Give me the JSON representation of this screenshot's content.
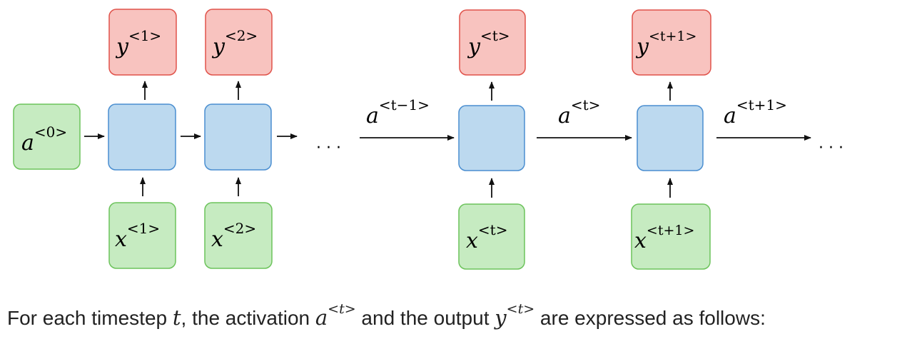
{
  "diagram": {
    "initial_activation": {
      "base": "a",
      "sup": "<0>"
    },
    "outputs": [
      {
        "base": "y",
        "sup": "<1>"
      },
      {
        "base": "y",
        "sup": "<2>"
      },
      {
        "base": "y",
        "sup": "<t>"
      },
      {
        "base": "y",
        "sup": "<t+1>"
      }
    ],
    "inputs": [
      {
        "base": "x",
        "sup": "<1>"
      },
      {
        "base": "x",
        "sup": "<2>"
      },
      {
        "base": "x",
        "sup": "<t>"
      },
      {
        "base": "x",
        "sup": "<t+1>"
      }
    ],
    "activations": [
      {
        "base": "a",
        "sup": "<t−1>"
      },
      {
        "base": "a",
        "sup": "<t>"
      },
      {
        "base": "a",
        "sup": "<t+1>"
      }
    ],
    "ellipsis": "· · ·",
    "colors": {
      "output_fill": "#f8c3bf",
      "output_stroke": "#e0524a",
      "input_fill": "#c6ebc1",
      "input_stroke": "#6cc35b",
      "cell_fill": "#bcd9ef",
      "cell_stroke": "#4a8ed0"
    }
  },
  "caption": {
    "text1": "For each timestep ",
    "var_t": "t",
    "text2": ", the activation ",
    "var_a": "a",
    "sup_a": "<t>",
    "text3": " and the output ",
    "var_y": "y",
    "sup_y": "<t>",
    "text4": " are expressed as follows:"
  }
}
